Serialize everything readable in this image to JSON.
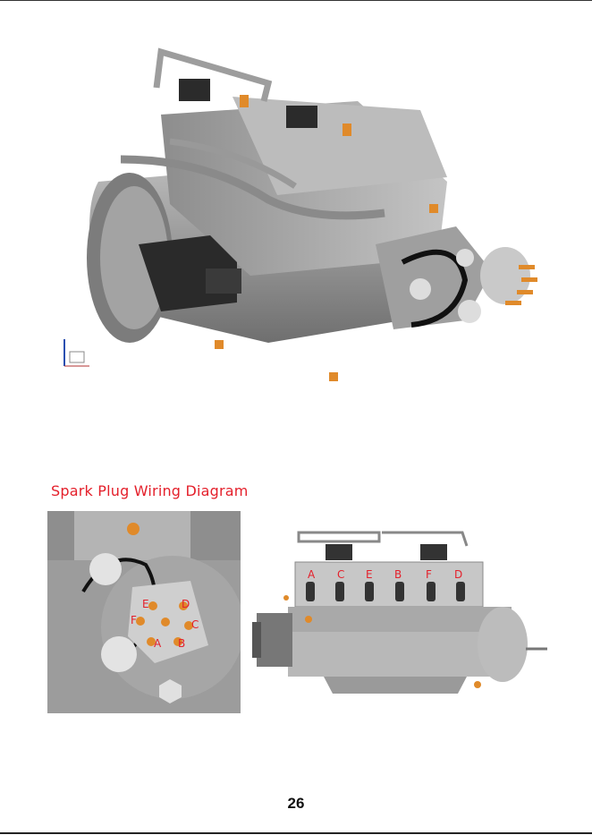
{
  "section_title": "Spark Plug Wiring Diagram",
  "page_number": "26",
  "end_view_labels": {
    "E": "E",
    "D": "D",
    "F": "F",
    "C": "C",
    "A": "A",
    "B": "B"
  },
  "side_view_labels": [
    "A",
    "C",
    "E",
    "B",
    "F",
    "D"
  ],
  "colors": {
    "accent": "#e4202b",
    "engine_gray": "#9a9a9a",
    "plug_orange": "#e08a2a"
  }
}
